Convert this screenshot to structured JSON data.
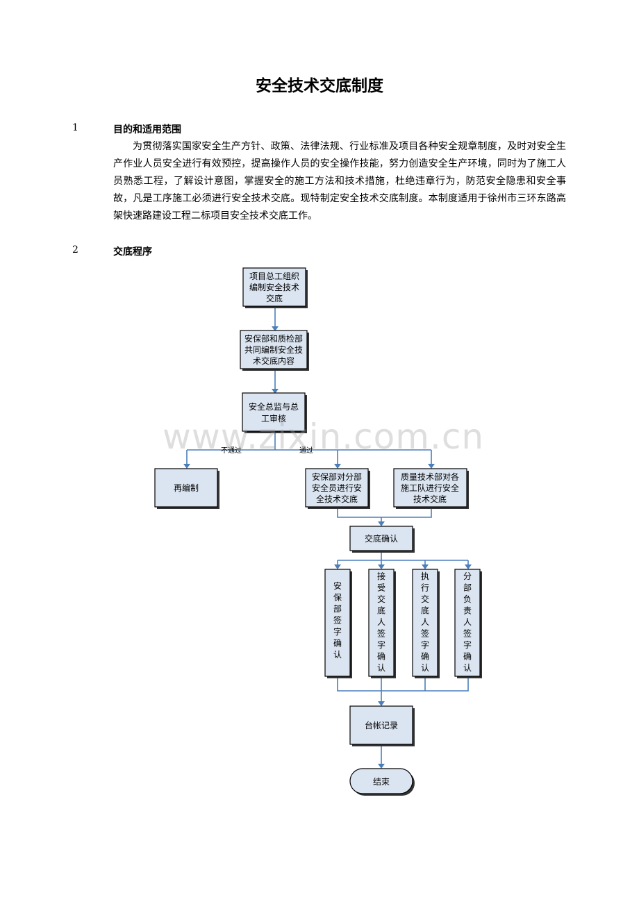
{
  "title": "安全技术交底制度",
  "sections": [
    {
      "num": "1",
      "heading": "目的和适用范围",
      "paragraph": "为贯彻落实国家安全生产方针、政策、法律法规、行业标准及项目各种安全规章制度，及时对安全生产作业人员安全进行有效预控，提高操作人员的安全操作技能，努力创造安全生产环境，同时为了施工人员熟悉工程，了解设计意图，掌握安全的施工方法和技术措施，杜绝违章行为，防范安全隐患和安全事故，凡是工序施工必须进行安全技术交底。现特制定安全技术交底制度。本制度适用于徐州市三环东路高架快速路建设工程二标项目安全技术交底工作。"
    },
    {
      "num": "2",
      "heading": "交底程序"
    }
  ],
  "watermark": "www.zixin.com.cn",
  "flowchart": {
    "step1": [
      "项目总工组织",
      "编制安全技术",
      "交底"
    ],
    "step2": [
      "安保部和质检部",
      "共同编制安全技",
      "术交底内容"
    ],
    "step3": [
      "安全总监与总",
      "工审核"
    ],
    "label_fail": "不通过",
    "label_pass": "通过",
    "rework": "再编制",
    "brief_a": [
      "安保部对分部",
      "安全员进行安",
      "全技术交底"
    ],
    "brief_b": [
      "质量技术部对各",
      "施工队进行安全",
      "技术交底"
    ],
    "confirm": "交底确认",
    "signs": [
      "安保部签字确认",
      "接受交底人签字确认",
      "执行交底人签字确认",
      "分部负责人签字确认"
    ],
    "ledger": "台帐记录",
    "end": "结束"
  }
}
